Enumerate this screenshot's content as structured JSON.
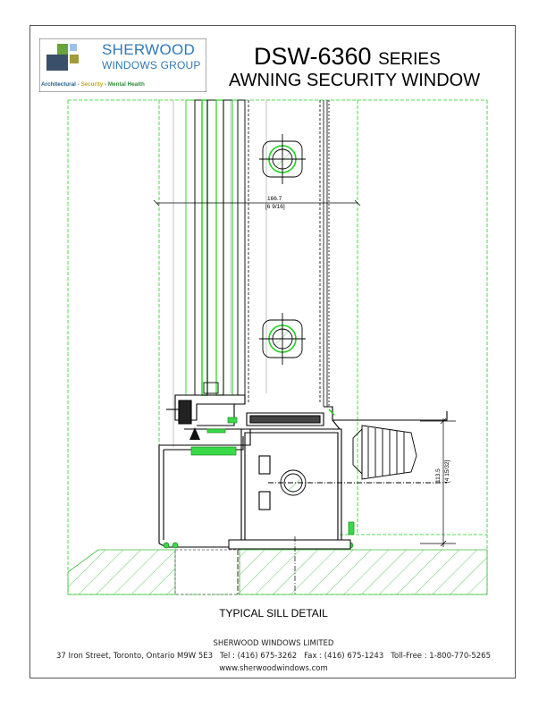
{
  "logo": {
    "name": "SHERWOOD",
    "group": "WINDOWS GROUP",
    "tagline": {
      "architectural": "Architectural",
      "sep1": " - ",
      "security": "Security",
      "sep2": " - ",
      "mental_health": "Mental Health"
    },
    "colors": {
      "blue": "#2f79b8",
      "navy": "#3a4f6a",
      "olive": "#a39a3a",
      "green": "#6aa23c",
      "lightblue": "#9cc3e6"
    }
  },
  "title": {
    "series_prefix": "DSW-6360",
    "series_suffix": "SERIES",
    "product": "AWNING SECURITY WINDOW"
  },
  "drawing": {
    "dim_width": "166.7",
    "dim_width_in": "[6 9/16]",
    "dim_height": "113.5",
    "dim_height_in": "[4 15/32]",
    "colors": {
      "line": "#000000",
      "green": "#1fd21f",
      "green_fill": "#39d94a",
      "hatch": "#3bbf3b"
    }
  },
  "caption": "TYPICAL SILL DETAIL",
  "footer": {
    "company": "SHERWOOD WINDOWS LIMITED",
    "address": "37 Iron Street,   Toronto,   Ontario   M9W 5E3",
    "tel": "Tel :  (416) 675-3262",
    "fax": "Fax :  (416) 675-1243",
    "tollfree": "Toll-Free :  1-800-770-5265",
    "web": "www.sherwoodwindows.com"
  }
}
